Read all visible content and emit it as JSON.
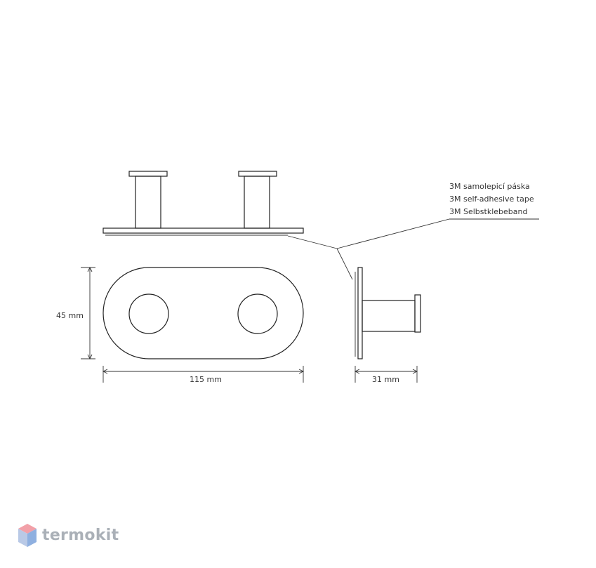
{
  "callout": {
    "lines": [
      "3M samolepicí páska",
      "3M self-adhesive tape",
      "3M Selbstklebeband"
    ]
  },
  "dimensions": {
    "height": "45 mm",
    "width": "115 mm",
    "depth": "31 mm"
  },
  "brand": {
    "name": "termokit",
    "text_color": "#aab0b7",
    "logo_colors": {
      "top": "#f2a0a8",
      "left": "#b9c9e6",
      "right": "#8fb0e0"
    }
  },
  "line_color": "#222222"
}
